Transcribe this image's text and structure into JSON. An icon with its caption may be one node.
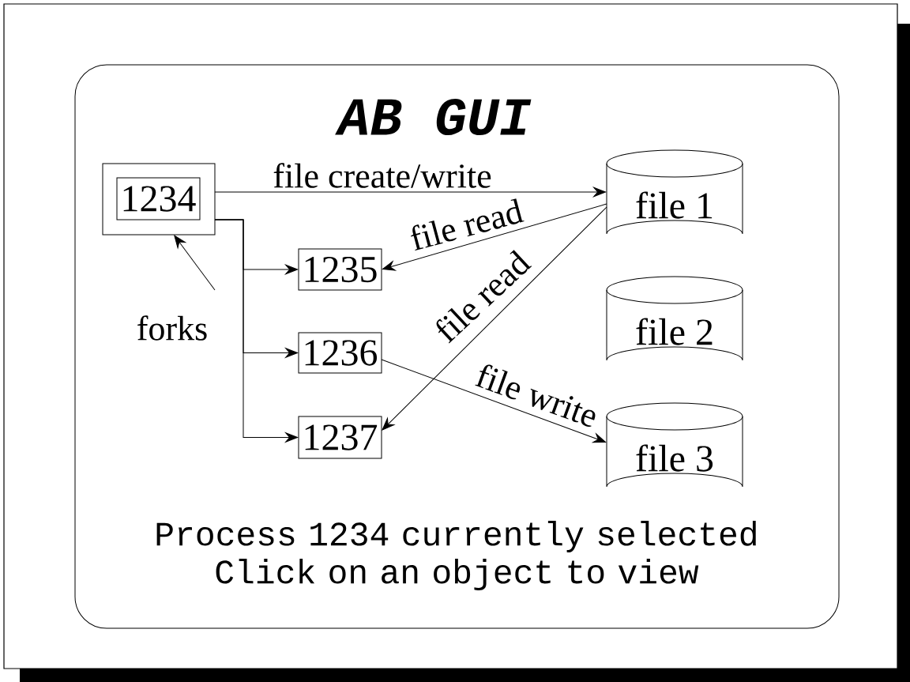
{
  "diagram": {
    "nodes": [
      {
        "text": [
          "AB GUI",
          "Process 1234 currently selected Click on an object to view"
        ]
      },
      {
        "text": [],
        "shape": "box",
        "in": 0
      },
      {
        "text": [
          "1234"
        ],
        "in": 1
      },
      {
        "text": [
          "1235"
        ],
        "in": 0
      },
      {
        "text": [
          "1236"
        ],
        "in": 0
      },
      {
        "text": [
          "1237"
        ],
        "in": 0
      },
      {
        "text": [
          "file 1"
        ],
        "in": 0
      },
      {
        "text": [
          "file 2"
        ],
        "in": 0
      },
      {
        "text": [
          "file 3"
        ],
        "in": 0
      },
      {
        "text": [
          "forks"
        ],
        "in": 0
      }
    ],
    "edges": [
      {
        "from": 1,
        "to": 6,
        "arrow": "to",
        "label": "file create/write"
      },
      {
        "from": 1,
        "to": 3,
        "arrow": "to"
      },
      {
        "from": 1,
        "to": 4,
        "arrow": "to"
      },
      {
        "from": 1,
        "to": 5,
        "arrow": "to"
      },
      {
        "from": 6,
        "to": 3,
        "arrow": "to",
        "label": "file read"
      },
      {
        "from": 6,
        "to": 5,
        "arrow": "to",
        "label": "file read"
      },
      {
        "from": 4,
        "to": 8,
        "arrow": "to",
        "label": "file write"
      },
      {
        "from": 9,
        "to": 1,
        "arrow": "to"
      }
    ]
  }
}
